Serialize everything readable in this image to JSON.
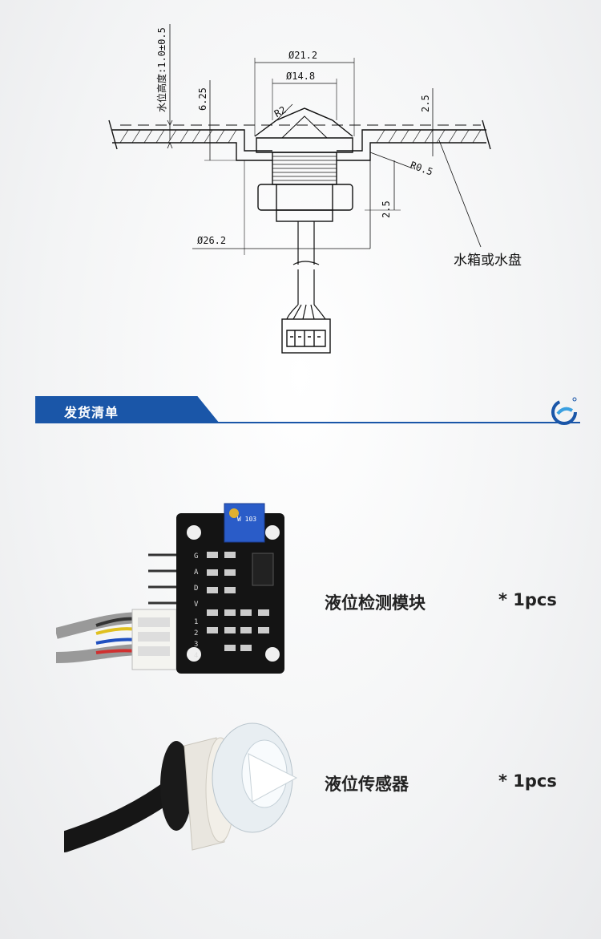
{
  "drawing": {
    "dim_water_level": "水位高度:1.0±0.5",
    "dim_d21": "Ø21.2",
    "dim_d14": "Ø14.8",
    "dim_r2": "R2",
    "dim_625": "6.25",
    "dim_25_top": "2.5",
    "dim_r05": "R0.5",
    "dim_25_side": "2.5",
    "dim_d26": "Ø26.2",
    "tank_label": "水箱或水盘"
  },
  "section": {
    "title": "发货清单"
  },
  "products": [
    {
      "name": "液位检测模块",
      "qty": "* 1pcs",
      "pins": [
        "G",
        "A",
        "D",
        "V"
      ],
      "pins2": [
        "1",
        "2",
        "3",
        "4"
      ],
      "pot_text": "W 103"
    },
    {
      "name": "液位传感器",
      "qty": "* 1pcs"
    }
  ],
  "colors": {
    "accent": "#1a56a8"
  }
}
